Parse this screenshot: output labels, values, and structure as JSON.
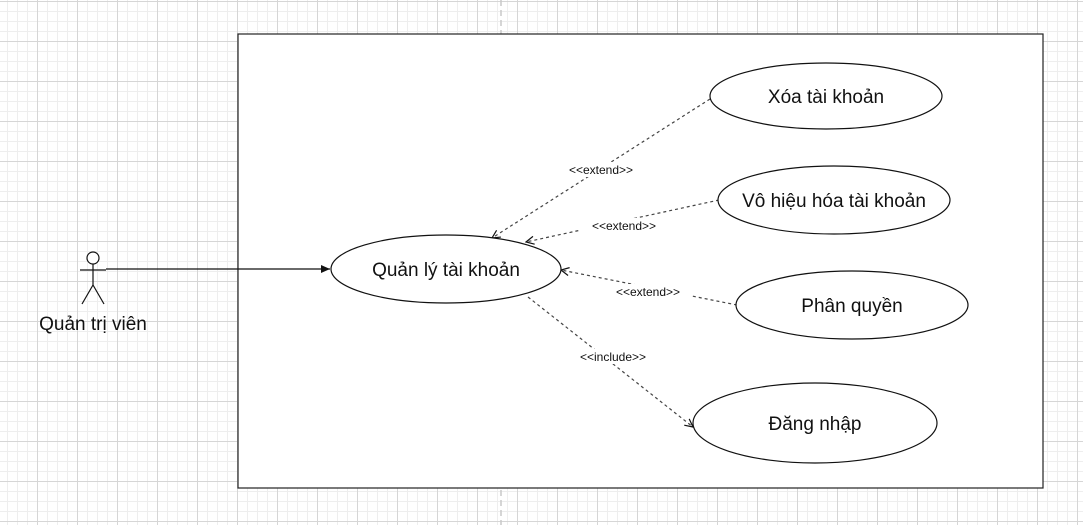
{
  "actor": {
    "name": "Quản trị viên"
  },
  "use_cases": {
    "manage": "Quản lý tài khoản",
    "delete": "Xóa tài khoản",
    "disable": "Vô hiệu hóa tài khoản",
    "permission": "Phân quyền",
    "login": "Đăng nhập"
  },
  "relations": {
    "extend_delete": "<<extend>>",
    "extend_disable": "<<extend>>",
    "extend_permission": "<<extend>>",
    "include_login": "<<include>>"
  }
}
